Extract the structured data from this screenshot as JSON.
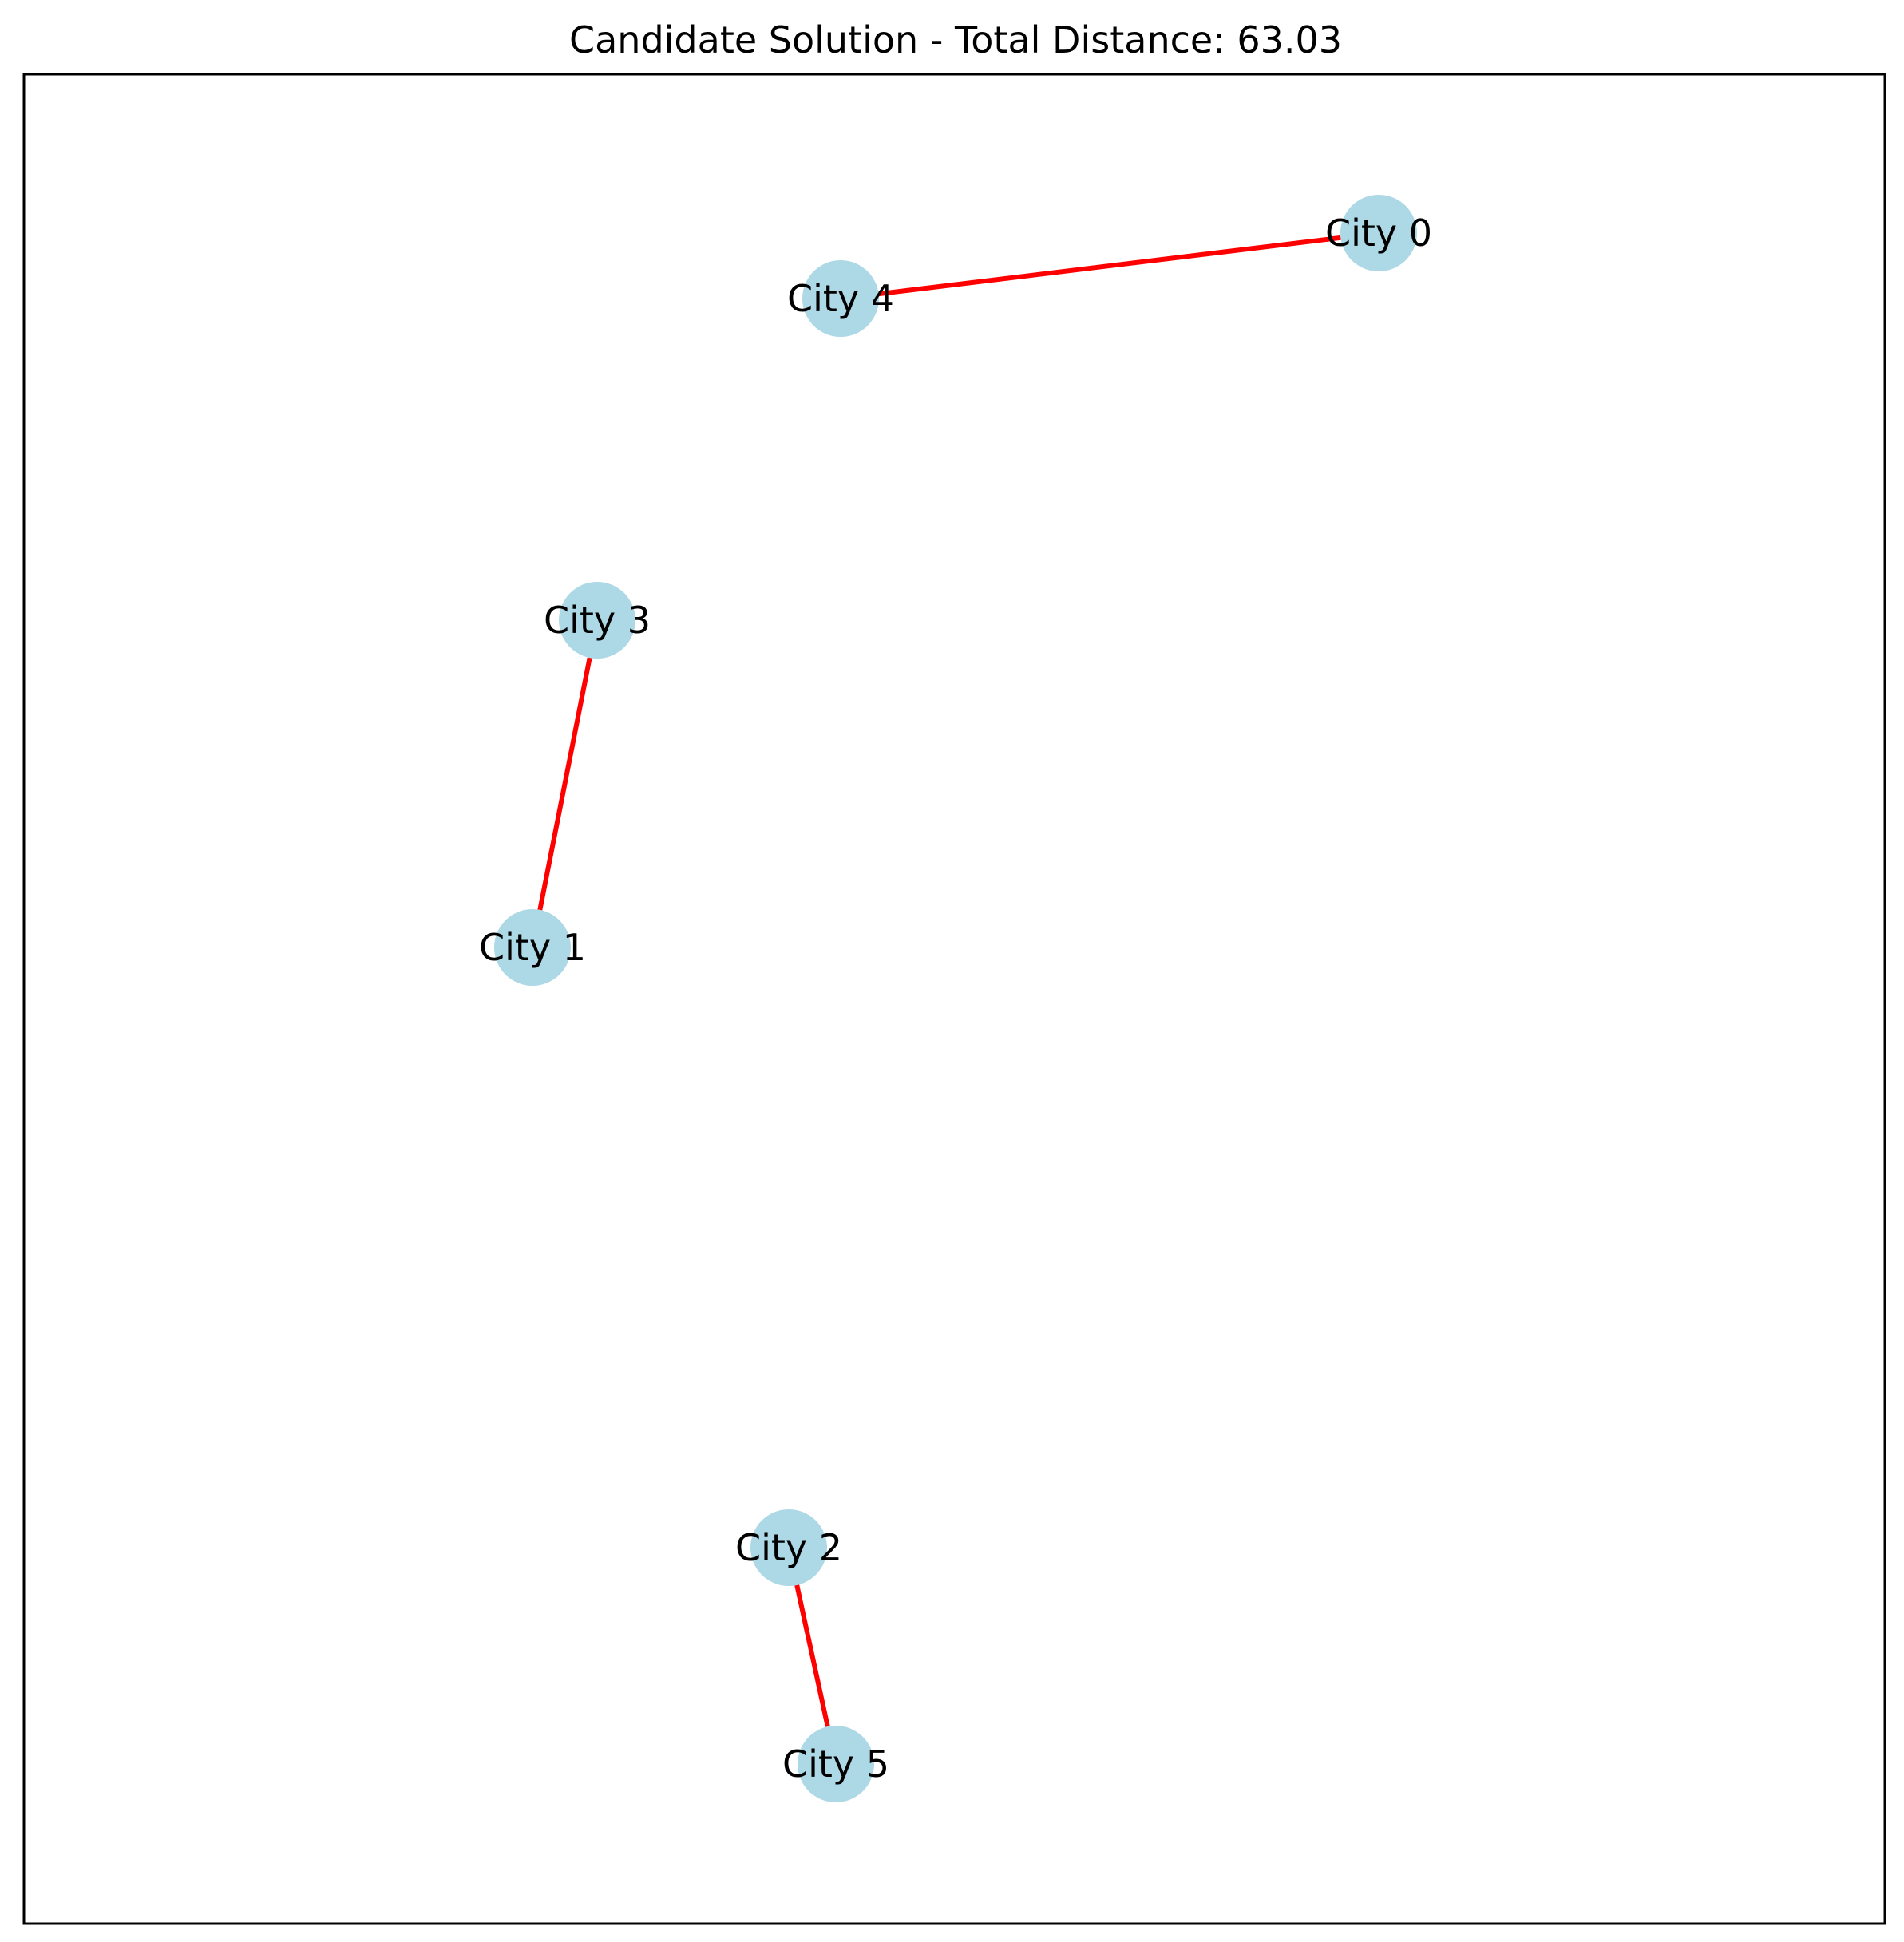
{
  "figure": {
    "title": "Candidate Solution - Total Distance: 63.03"
  },
  "colors": {
    "node_fill": "#add8e6",
    "edge_stroke": "#ff0000",
    "frame_stroke": "#000000",
    "background": "#ffffff"
  },
  "graph": {
    "nodes": [
      {
        "id": "city-0",
        "label": "City 0"
      },
      {
        "id": "city-1",
        "label": "City 1"
      },
      {
        "id": "city-2",
        "label": "City 2"
      },
      {
        "id": "city-3",
        "label": "City 3"
      },
      {
        "id": "city-4",
        "label": "City 4"
      },
      {
        "id": "city-5",
        "label": "City 5"
      }
    ],
    "edges": [
      {
        "from": "city-4",
        "to": "city-0"
      },
      {
        "from": "city-3",
        "to": "city-1"
      },
      {
        "from": "city-2",
        "to": "city-5"
      }
    ]
  }
}
